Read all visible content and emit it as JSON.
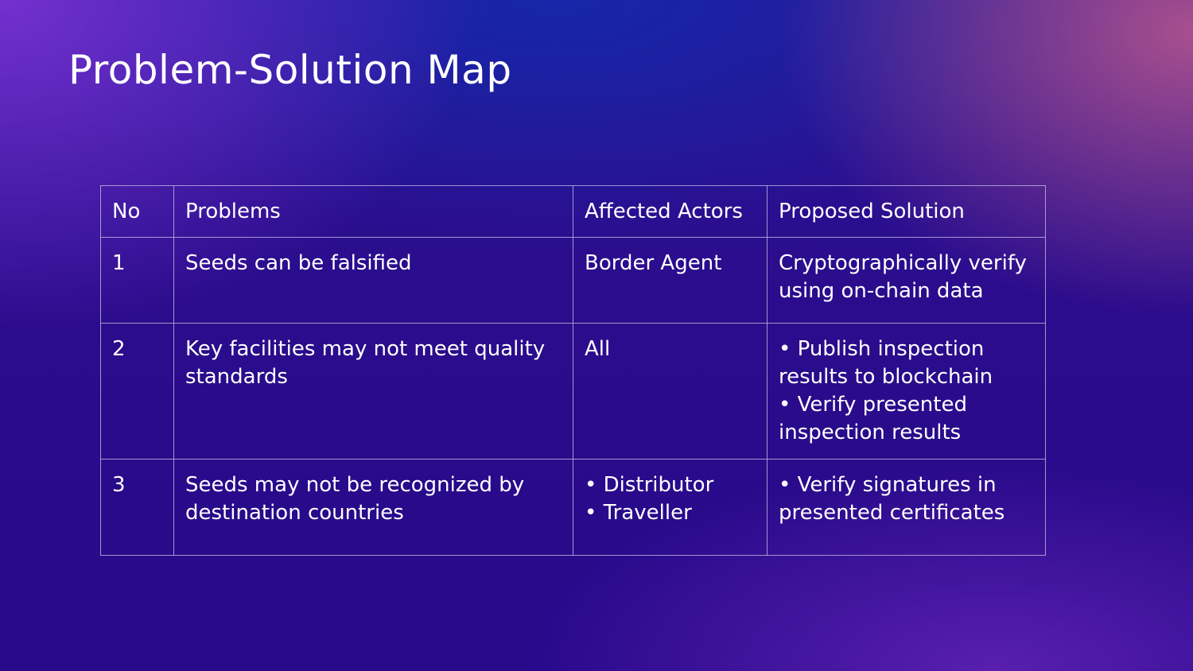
{
  "slide": {
    "title": "Problem-Solution Map"
  },
  "table": {
    "headers": [
      "No",
      "Problems",
      "Affected Actors",
      "Proposed Solution"
    ],
    "rows": [
      {
        "no": "1",
        "problem": "Seeds can be falsified",
        "actors": [
          "Border Agent"
        ],
        "solution": [
          "Cryptographically verify using on-chain data"
        ]
      },
      {
        "no": "2",
        "problem": "Key facilities may not meet quality standards",
        "actors": [
          "All"
        ],
        "solution": [
          "• Publish inspection results to blockchain",
          "• Verify presented inspection results"
        ]
      },
      {
        "no": "3",
        "problem": "Seeds may not be recognized by destination countries",
        "actors": [
          "• Distributor",
          "• Traveller"
        ],
        "solution": [
          "• Verify signatures in presented certificates"
        ]
      }
    ]
  }
}
